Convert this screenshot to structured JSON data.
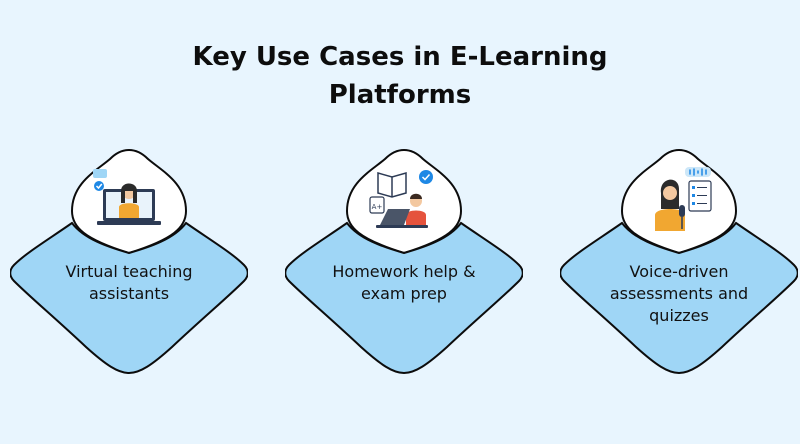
{
  "title_line1": "Key Use Cases in E-Learning",
  "title_line2": "Platforms",
  "colors": {
    "background": "#e8f5fe",
    "panel_fill": "#9fd6f6",
    "outline": "#0c0c0c",
    "accent_orange": "#f1a731",
    "check_blue": "#1e88e5"
  },
  "cards": [
    {
      "label": "Virtual teaching assistants",
      "icon": "virtual-teacher-icon"
    },
    {
      "label": "Homework help & exam prep",
      "icon": "student-studying-icon"
    },
    {
      "label": "Voice-driven assessments and quizzes",
      "icon": "voice-assessment-icon"
    }
  ]
}
